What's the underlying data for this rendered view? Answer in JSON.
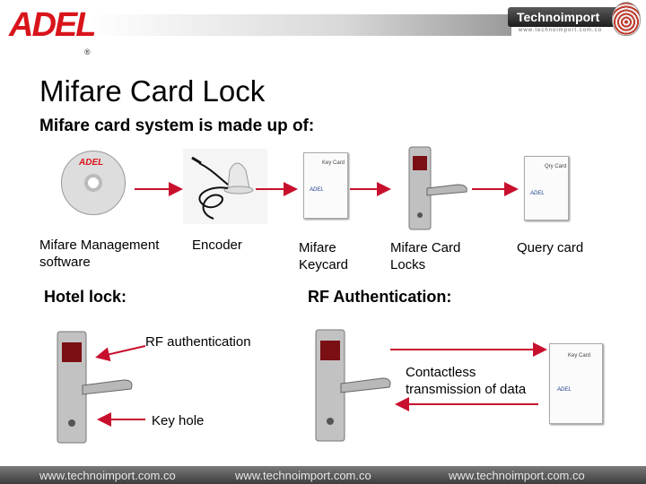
{
  "header": {
    "brand_left": "ADEL",
    "brand_right": "Technoimport",
    "brand_right_sub": "www.technoimport.com.co"
  },
  "slide": {
    "title": "Mifare Card Lock",
    "subtitle": "Mifare card system is made up of:"
  },
  "components": [
    {
      "label_line1": "Mifare Management",
      "label_line2": "software",
      "icon": "cd-disc-icon"
    },
    {
      "label_line1": "Encoder",
      "label_line2": "",
      "icon": "encoder-device-icon"
    },
    {
      "label_line1": "Mifare",
      "label_line2": "Keycard",
      "icon": "keycard-icon"
    },
    {
      "label_line1": "Mifare Card",
      "label_line2": "Locks",
      "icon": "door-lock-icon"
    },
    {
      "label_line1": "Query card",
      "label_line2": "",
      "icon": "query-card-icon"
    }
  ],
  "cards": {
    "key_card_text": "Key Card",
    "qry_card_text": "Qry Card"
  },
  "hotel_lock": {
    "heading": "Hotel lock:",
    "rf_label": "RF authentication",
    "key_hole_label": "Key hole"
  },
  "rf_auth": {
    "heading": "RF Authentication:",
    "desc_line1": "Contactless",
    "desc_line2": "transmission of data"
  },
  "footer": {
    "urls": [
      "www.technoimport.com.co",
      "www.technoimport.com.co",
      "www.technoimport.com.co"
    ]
  },
  "colors": {
    "brand_red": "#d9141b",
    "arrow_red": "#c8102e",
    "footer_dark": "#3d3d3d"
  }
}
